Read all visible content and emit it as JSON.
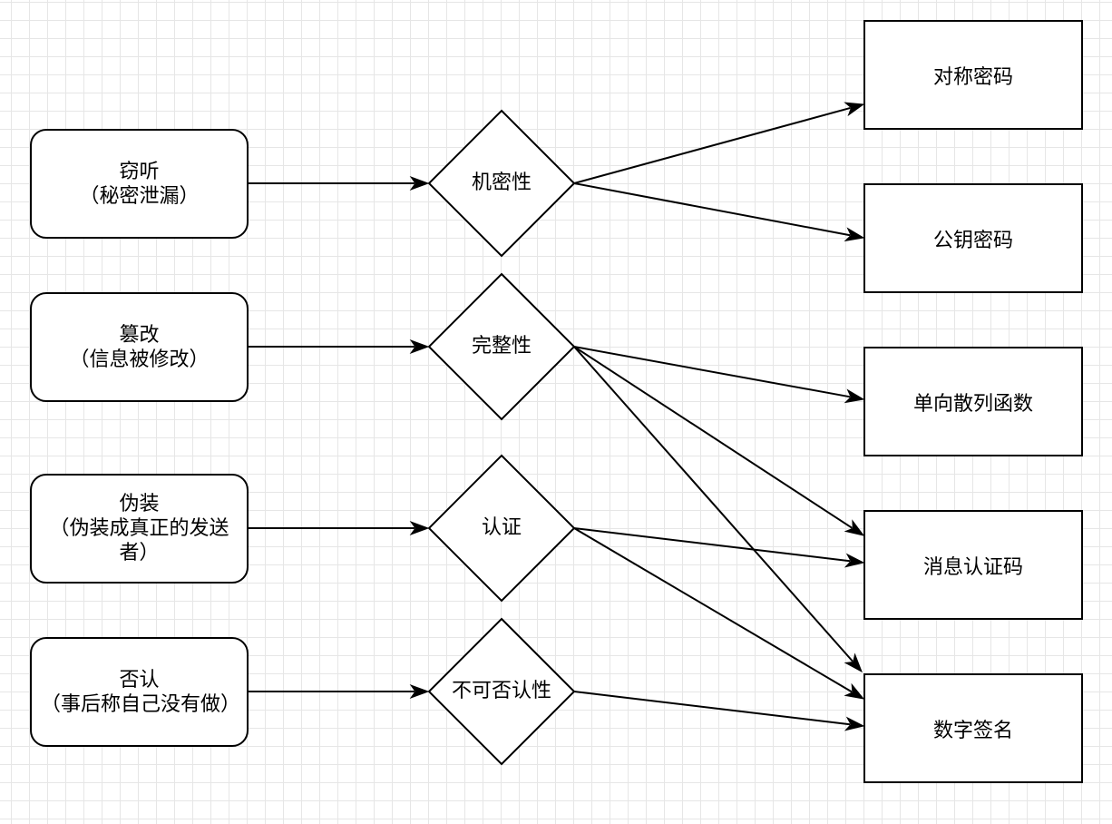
{
  "threats": [
    {
      "id": "eavesdrop",
      "title": "窃听",
      "desc": "（秘密泄漏）"
    },
    {
      "id": "tamper",
      "title": "篡改",
      "desc": "（信息被修改）"
    },
    {
      "id": "spoof",
      "title": "伪装",
      "desc": "（伪装成真正的发送者）"
    },
    {
      "id": "deny",
      "title": "否认",
      "desc": "（事后称自己没有做）"
    }
  ],
  "properties": [
    {
      "id": "confidentiality",
      "label": "机密性"
    },
    {
      "id": "integrity",
      "label": "完整性"
    },
    {
      "id": "authentication",
      "label": "认证"
    },
    {
      "id": "non_repudiation",
      "label": "不可否认性"
    }
  ],
  "techniques": [
    {
      "id": "symmetric",
      "label": "对称密码"
    },
    {
      "id": "public_key",
      "label": "公钥密码"
    },
    {
      "id": "hash",
      "label": "单向散列函数"
    },
    {
      "id": "mac",
      "label": "消息认证码"
    },
    {
      "id": "signature",
      "label": "数字签名"
    }
  ],
  "edges": [
    {
      "from": "eavesdrop",
      "to": "confidentiality"
    },
    {
      "from": "tamper",
      "to": "integrity"
    },
    {
      "from": "spoof",
      "to": "authentication"
    },
    {
      "from": "deny",
      "to": "non_repudiation"
    },
    {
      "from": "confidentiality",
      "to": "symmetric"
    },
    {
      "from": "confidentiality",
      "to": "public_key"
    },
    {
      "from": "integrity",
      "to": "hash"
    },
    {
      "from": "integrity",
      "to": "mac"
    },
    {
      "from": "integrity",
      "to": "signature"
    },
    {
      "from": "authentication",
      "to": "mac"
    },
    {
      "from": "authentication",
      "to": "signature"
    },
    {
      "from": "non_repudiation",
      "to": "signature"
    }
  ]
}
